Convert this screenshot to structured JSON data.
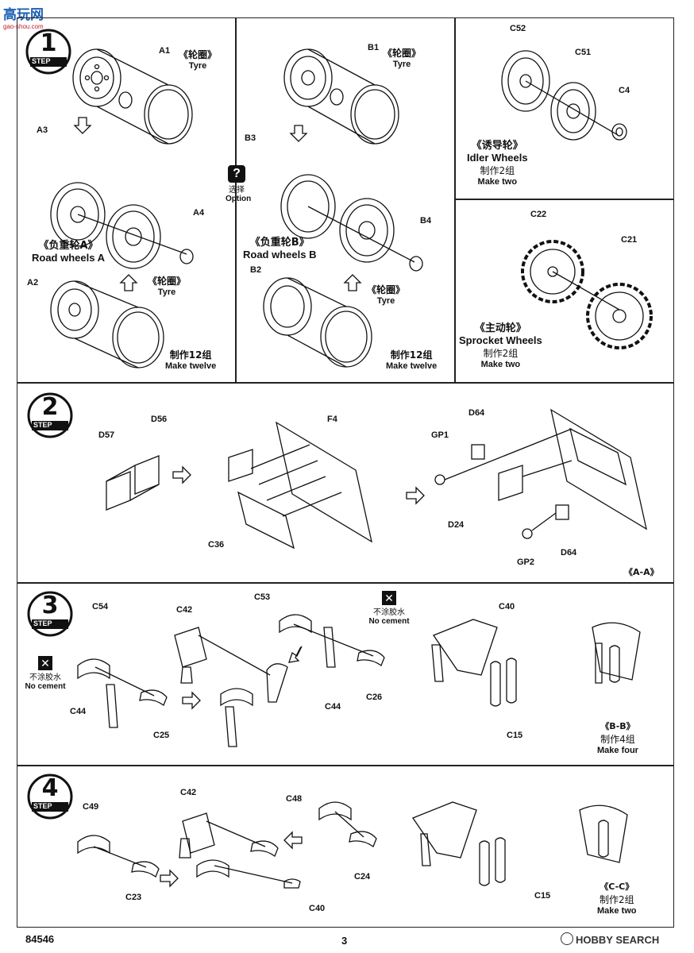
{
  "watermark": {
    "top_cn": "高玩网",
    "top_url": "gao-shou.com",
    "bottom": "HOBBY SEARCH"
  },
  "footer": {
    "catalog_no": "84546",
    "page_no": "3"
  },
  "step1": {
    "number": "1",
    "step_word": "STEP",
    "option_icon": "?",
    "option_cn": "选择",
    "option_en": "Option",
    "road_a": {
      "cn": "《负重轮A》",
      "en": "Road wheels A",
      "make_cn": "制作12组",
      "make_en": "Make twelve",
      "tyre_cn": "《轮圈》",
      "tyre_en": "Tyre",
      "tyre2_cn": "《轮圈》",
      "tyre2_en": "Tyre",
      "parts": {
        "a1": "A1",
        "a2": "A2",
        "a3": "A3",
        "a4": "A4"
      }
    },
    "road_b": {
      "cn": "《负重轮B》",
      "en": "Road wheels B",
      "make_cn": "制作12组",
      "make_en": "Make twelve",
      "tyre_cn": "《轮圈》",
      "tyre_en": "Tyre",
      "tyre2_cn": "《轮圈》",
      "tyre2_en": "Tyre",
      "parts": {
        "b1": "B1",
        "b2": "B2",
        "b3": "B3",
        "b4": "B4"
      }
    },
    "idler": {
      "cn": "《诱导轮》",
      "en": "Idler Wheels",
      "make_cn": "制作2组",
      "make_en": "Make two",
      "parts": {
        "c52": "C52",
        "c51": "C51",
        "c4": "C4"
      }
    },
    "sprocket": {
      "cn": "《主动轮》",
      "en": "Sprocket Wheels",
      "make_cn": "制作2组",
      "make_en": "Make two",
      "parts": {
        "c22": "C22",
        "c21": "C21"
      }
    }
  },
  "step2": {
    "number": "2",
    "step_word": "STEP",
    "parts": {
      "d57": "D57",
      "d56": "D56",
      "f4": "F4",
      "c36": "C36",
      "d64a": "D64",
      "gp1": "GP1",
      "d24": "D24",
      "gp2": "GP2",
      "d64b": "D64"
    },
    "section": "《A-A》"
  },
  "step3": {
    "number": "3",
    "step_word": "STEP",
    "no_cement_cn": "不涂胶水",
    "no_cement_en": "No cement",
    "no_cement2_cn": "不涂胶水",
    "no_cement2_en": "No cement",
    "parts": {
      "c54": "C54",
      "c44a": "C44",
      "c25": "C25",
      "c42": "C42",
      "c53": "C53",
      "c44b": "C44",
      "c26": "C26",
      "c40": "C40",
      "c15": "C15"
    },
    "section": "《B-B》",
    "make_cn": "制作4组",
    "make_en": "Make four"
  },
  "step4": {
    "number": "4",
    "step_word": "STEP",
    "parts": {
      "c49": "C49",
      "c23": "C23",
      "c42": "C42",
      "c48": "C48",
      "c24": "C24",
      "c40": "C40",
      "c15": "C15"
    },
    "section": "《C-C》",
    "make_cn": "制作2组",
    "make_en": "Make two"
  }
}
